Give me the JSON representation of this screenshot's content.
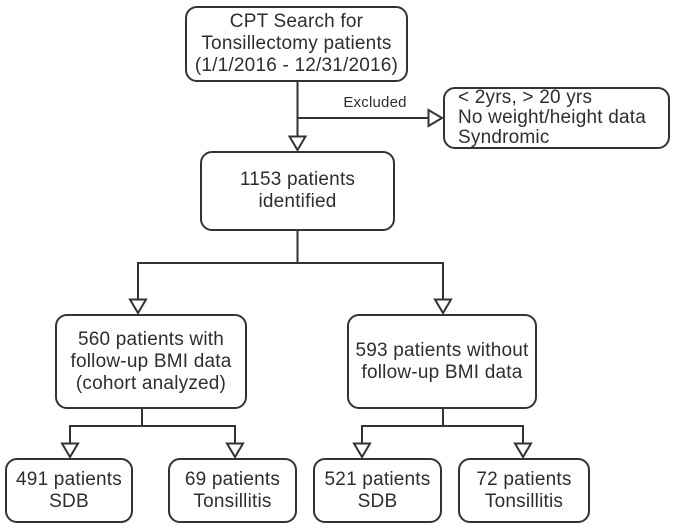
{
  "diagram": {
    "kind": "patient-selection-flowchart"
  },
  "colors": {
    "stroke": "#333333",
    "text": "#2e2e2e",
    "background": "#ffffff"
  },
  "labels": {
    "excluded_edge": "Excluded"
  },
  "nodes": {
    "cpt_search": {
      "lines": [
        "CPT Search for",
        "Tonsillectomy patients",
        "(1/1/2016 - 12/31/2016)"
      ]
    },
    "excluded": {
      "lines": [
        "< 2yrs, > 20 yrs",
        "No weight/height data",
        "Syndromic"
      ]
    },
    "identified": {
      "lines": [
        "1153 patients",
        "identified"
      ]
    },
    "with_bmi": {
      "lines": [
        "560 patients with",
        "follow-up BMI data",
        "(cohort analyzed)"
      ]
    },
    "without_bmi": {
      "lines": [
        "593 patients without",
        "follow-up BMI data"
      ]
    },
    "sdb_analyzed": {
      "lines": [
        "491 patients",
        "SDB"
      ]
    },
    "tonsillitis_analyzed": {
      "lines": [
        "69 patients",
        "Tonsillitis"
      ]
    },
    "sdb_not_analyzed": {
      "lines": [
        "521 patients",
        "SDB"
      ]
    },
    "tonsillitis_not_analyzed": {
      "lines": [
        "72 patients",
        "Tonsillitis"
      ]
    }
  }
}
